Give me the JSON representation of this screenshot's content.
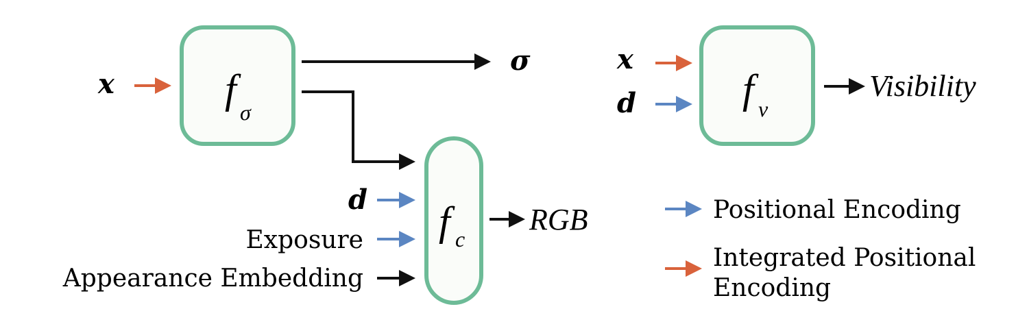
{
  "colors": {
    "box_stroke": "#6dbb97",
    "box_fill": "#fafcf9",
    "positional_arrow": "#5b86c2",
    "integrated_arrow": "#d9623b",
    "plain_arrow": "#111111"
  },
  "density_block": {
    "input_x": "x",
    "func": "f",
    "subscript": "σ",
    "output_sigma": "σ"
  },
  "color_block": {
    "func": "f",
    "subscript": "c",
    "input_d": "d",
    "input_exposure": "Exposure",
    "input_appearance": "Appearance Embedding",
    "output": "RGB"
  },
  "visibility_block": {
    "input_x": "x",
    "input_d": "d",
    "func": "f",
    "subscript": "v",
    "output": "Visibility"
  },
  "legend": {
    "positional": "Positional Encoding",
    "integrated_line1": "Integrated Positional",
    "integrated_line2": "Encoding"
  }
}
